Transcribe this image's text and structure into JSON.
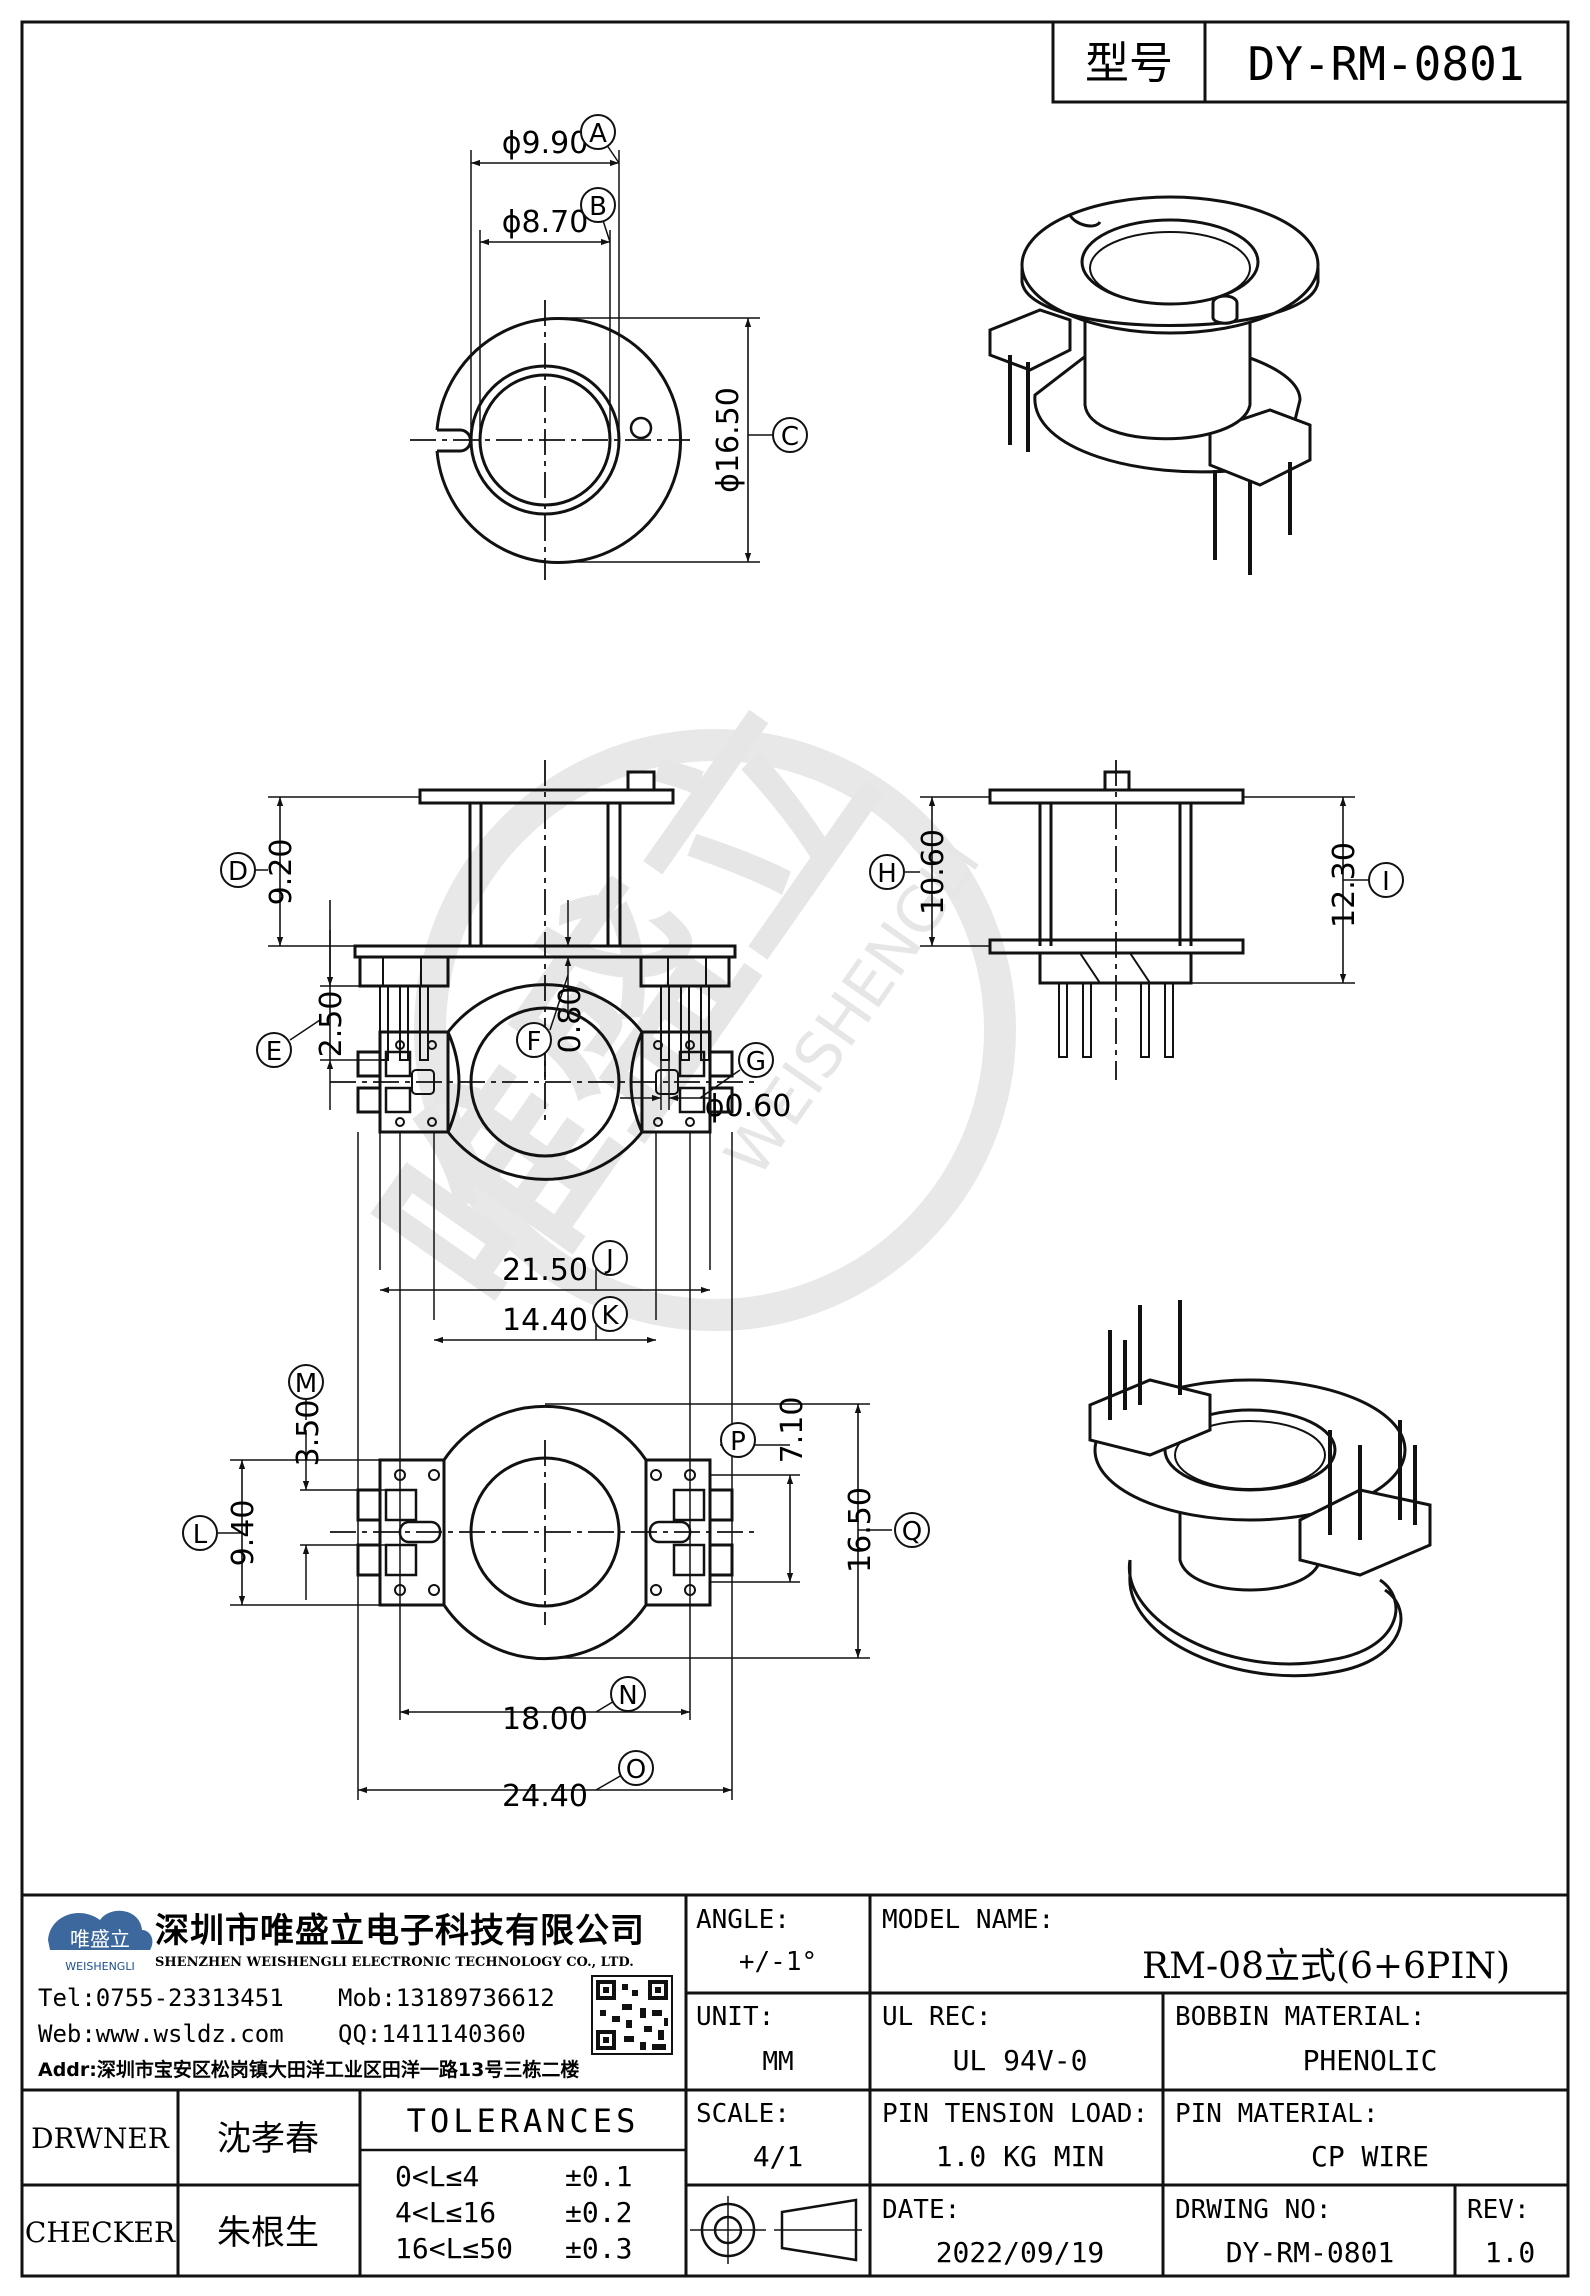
{
  "title_block": {
    "label": "型号",
    "model_no": "DY-RM-0801"
  },
  "dimensions": {
    "A": {
      "tag": "A",
      "value": "ϕ9.90"
    },
    "B": {
      "tag": "B",
      "value": "ϕ8.70"
    },
    "C": {
      "tag": "C",
      "value": "ϕ16.50"
    },
    "D": {
      "tag": "D",
      "value": "9.20"
    },
    "E": {
      "tag": "E",
      "value": "2.50"
    },
    "F": {
      "tag": "F",
      "value": "0.80"
    },
    "G": {
      "tag": "G",
      "value": "ϕ0.60"
    },
    "H": {
      "tag": "H",
      "value": "10.60"
    },
    "I": {
      "tag": "I",
      "value": "12.30"
    },
    "J": {
      "tag": "J",
      "value": "21.50"
    },
    "K": {
      "tag": "K",
      "value": "14.40"
    },
    "L": {
      "tag": "L",
      "value": "9.40"
    },
    "M": {
      "tag": "M",
      "value": "3.50"
    },
    "N": {
      "tag": "N",
      "value": "18.00"
    },
    "O": {
      "tag": "O",
      "value": "24.40"
    },
    "P": {
      "tag": "P",
      "value": "7.10"
    },
    "Q": {
      "tag": "Q",
      "value": "16.50"
    }
  },
  "watermark": {
    "brand": "唯盛立",
    "text": "WEISHENGLI"
  },
  "company": {
    "name_cn": "深圳市唯盛立电子科技有限公司",
    "name_en": "SHENZHEN WEISHENGLI ELECTRONIC TECHNOLOGY CO., LTD.",
    "logo_cn": "唯盛立",
    "logo_en": "WEISHENGLI",
    "tel": "Tel:0755-23313451",
    "mob": "Mob:13189736612",
    "web": "Web:www.wsldz.com",
    "qq": "QQ:1411140360",
    "addr": "Addr:深圳市宝安区松岗镇大田洋工业区田洋一路13号三栋二楼"
  },
  "block": {
    "angle_label": "ANGLE:",
    "angle_value": "+/-1°",
    "model_name_label": "MODEL NAME:",
    "model_name_value": "RM-08立式(6+6PIN)",
    "unit_label": "UNIT:",
    "unit_value": "MM",
    "ul_rec_label": "UL REC:",
    "ul_rec_value": "UL 94V-0",
    "bobbin_material_label": "BOBBIN MATERIAL:",
    "bobbin_material_value": "PHENOLIC",
    "scale_label": "SCALE:",
    "scale_value": "4/1",
    "pin_tension_label": "PIN TENSION LOAD:",
    "pin_tension_value": "1.0 KG MIN",
    "pin_material_label": "PIN MATERIAL:",
    "pin_material_value": "CP WIRE",
    "date_label": "DATE:",
    "date_value": "2022/09/19",
    "drawing_no_label": "DRWING NO:",
    "drawing_no_value": "DY-RM-0801",
    "rev_label": "REV:",
    "rev_value": "1.0",
    "drawer_label": "DRWNER",
    "drawer_name": "沈孝春",
    "checker_label": "CHECKER",
    "checker_name": "朱根生",
    "tolerances_title": "TOLERANCES",
    "tolerances": [
      {
        "range": "0<L≤4",
        "value": "±0.1"
      },
      {
        "range": "4<L≤16",
        "value": "±0.2"
      },
      {
        "range": "16<L≤50",
        "value": "±0.3"
      }
    ]
  }
}
